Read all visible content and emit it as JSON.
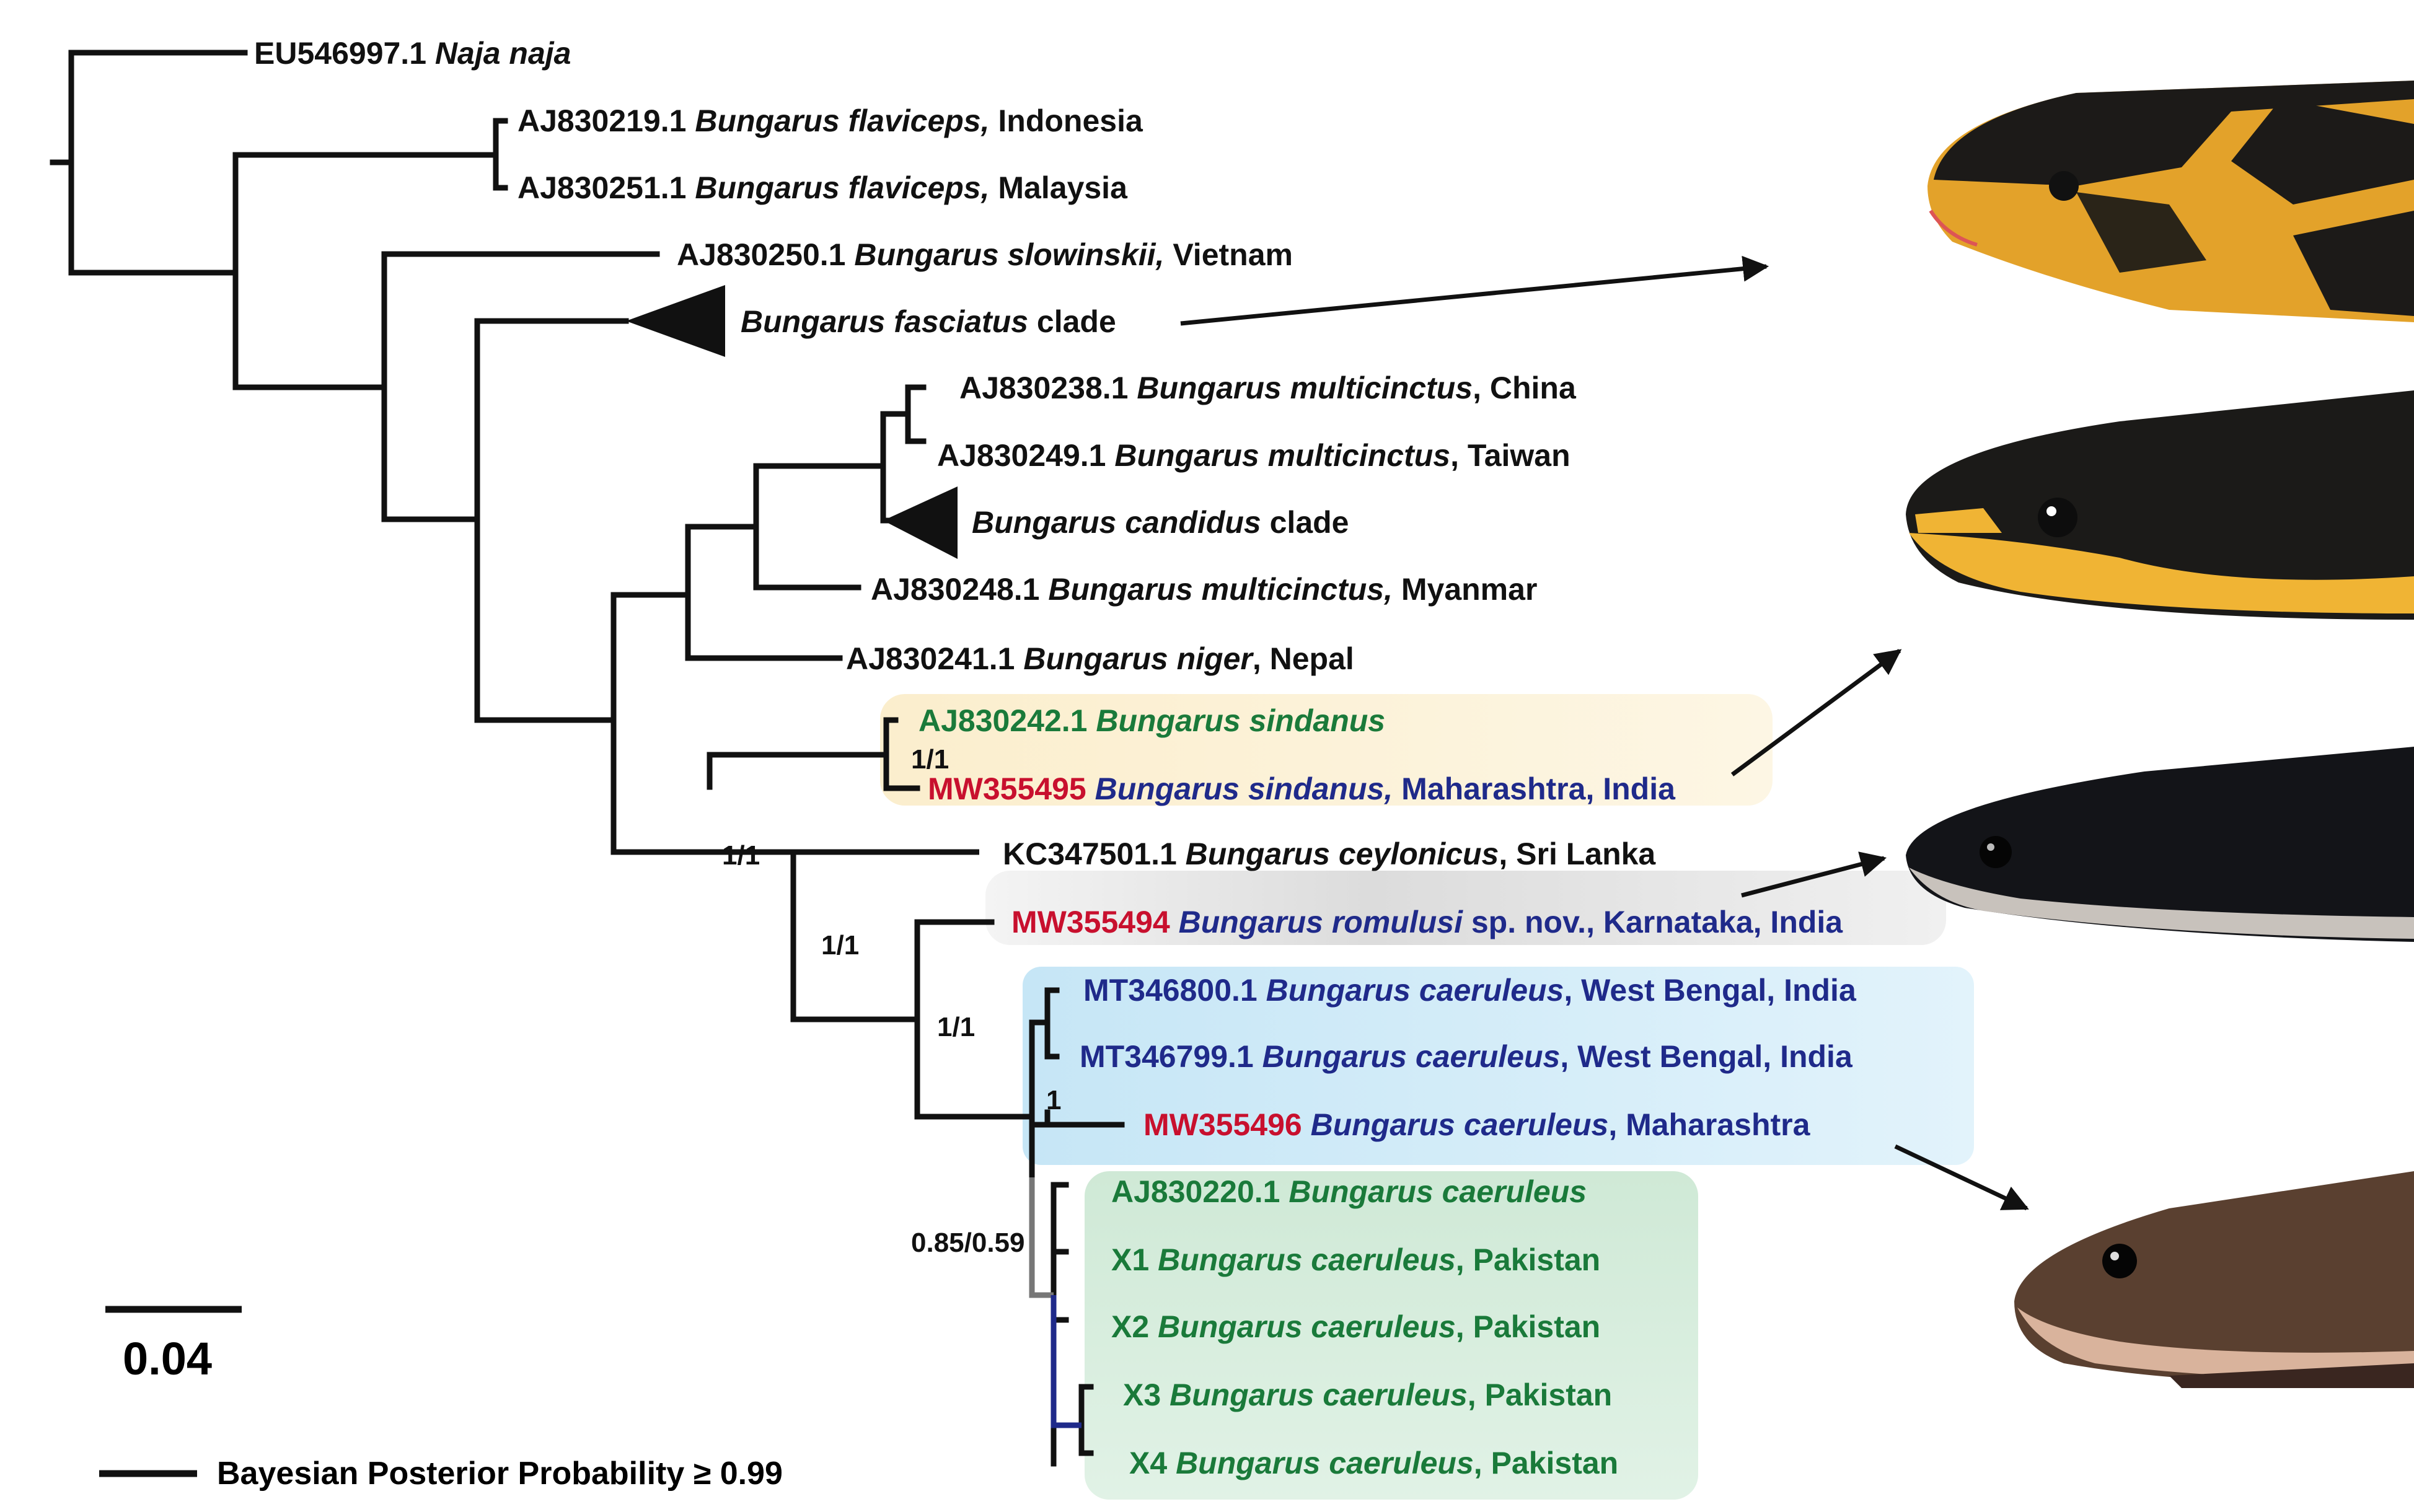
{
  "colors": {
    "black": "#111111",
    "green": "#1a7a3a",
    "navy": "#1f2a8a",
    "red": "#c8102e",
    "gray_branch": "#777777",
    "navy_branch": "#1f2a8a",
    "box_yellow": "#fdf0d4",
    "box_gray": "#e4e4e4",
    "box_blue": "#cfe9f7",
    "box_green": "#d4ecdc"
  },
  "taxa": [
    {
      "id": "naja",
      "parts": [
        {
          "t": "EU546997.1 ",
          "c": "black"
        },
        {
          "t": "Naja naja",
          "c": "black",
          "i": true
        }
      ]
    },
    {
      "id": "flav-indo",
      "parts": [
        {
          "t": "AJ830219.1 ",
          "c": "black"
        },
        {
          "t": "Bungarus flaviceps,",
          "c": "black",
          "i": true
        },
        {
          "t": " Indonesia",
          "c": "black"
        }
      ]
    },
    {
      "id": "flav-malay",
      "parts": [
        {
          "t": "AJ830251.1 ",
          "c": "black"
        },
        {
          "t": "Bungarus flaviceps,",
          "c": "black",
          "i": true
        },
        {
          "t": " Malaysia",
          "c": "black"
        }
      ]
    },
    {
      "id": "slowinskii",
      "parts": [
        {
          "t": "AJ830250.1 ",
          "c": "black"
        },
        {
          "t": "Bungarus slowinskii,",
          "c": "black",
          "i": true
        },
        {
          "t": " Vietnam",
          "c": "black"
        }
      ]
    },
    {
      "id": "fasciatus",
      "parts": [
        {
          "t": "Bungarus fasciatus",
          "c": "black",
          "i": true
        },
        {
          "t": " clade",
          "c": "black"
        }
      ]
    },
    {
      "id": "multi-china",
      "parts": [
        {
          "t": "AJ830238.1 ",
          "c": "black"
        },
        {
          "t": "Bungarus multicinctus",
          "c": "black",
          "i": true
        },
        {
          "t": ", China",
          "c": "black"
        }
      ]
    },
    {
      "id": "multi-taiwan",
      "parts": [
        {
          "t": "AJ830249.1 ",
          "c": "black"
        },
        {
          "t": "Bungarus multicinctus",
          "c": "black",
          "i": true
        },
        {
          "t": ", Taiwan",
          "c": "black"
        }
      ]
    },
    {
      "id": "candidus",
      "parts": [
        {
          "t": "Bungarus candidus",
          "c": "black",
          "i": true
        },
        {
          "t": " clade",
          "c": "black"
        }
      ]
    },
    {
      "id": "multi-myanmar",
      "parts": [
        {
          "t": "AJ830248.1 ",
          "c": "black"
        },
        {
          "t": "Bungarus multicinctus,",
          "c": "black",
          "i": true
        },
        {
          "t": " Myanmar",
          "c": "black"
        }
      ]
    },
    {
      "id": "niger",
      "parts": [
        {
          "t": "AJ830241.1 ",
          "c": "black"
        },
        {
          "t": "Bungarus niger",
          "c": "black",
          "i": true
        },
        {
          "t": ", Nepal",
          "c": "black"
        }
      ]
    },
    {
      "id": "sindanus-1",
      "parts": [
        {
          "t": "AJ830242.1 ",
          "c": "green"
        },
        {
          "t": "Bungarus sindanus",
          "c": "green",
          "i": true
        }
      ]
    },
    {
      "id": "sindanus-2",
      "parts": [
        {
          "t": "MW355495 ",
          "c": "red"
        },
        {
          "t": "Bungarus sindanus,",
          "c": "navy",
          "i": true
        },
        {
          "t": " Maharashtra, India",
          "c": "navy"
        }
      ]
    },
    {
      "id": "ceylonicus",
      "parts": [
        {
          "t": "KC347501.1 ",
          "c": "black"
        },
        {
          "t": "Bungarus ceylonicus",
          "c": "black",
          "i": true
        },
        {
          "t": ", Sri Lanka",
          "c": "black"
        }
      ]
    },
    {
      "id": "romulusi",
      "parts": [
        {
          "t": "MW355494 ",
          "c": "red"
        },
        {
          "t": "Bungarus romulusi",
          "c": "navy",
          "i": true
        },
        {
          "t": " sp. nov., Karnataka, India",
          "c": "navy"
        }
      ]
    },
    {
      "id": "caer-wb1",
      "parts": [
        {
          "t": "MT346800.1 ",
          "c": "navy"
        },
        {
          "t": "Bungarus caeruleus",
          "c": "navy",
          "i": true
        },
        {
          "t": ", West Bengal, India",
          "c": "navy"
        }
      ]
    },
    {
      "id": "caer-wb2",
      "parts": [
        {
          "t": "MT346799.1 ",
          "c": "navy"
        },
        {
          "t": "Bungarus caeruleus",
          "c": "navy",
          "i": true
        },
        {
          "t": ", West Bengal, India",
          "c": "navy"
        }
      ]
    },
    {
      "id": "caer-maha",
      "parts": [
        {
          "t": "MW355496 ",
          "c": "red"
        },
        {
          "t": "Bungarus caeruleus",
          "c": "navy",
          "i": true
        },
        {
          "t": ", Maharashtra",
          "c": "navy"
        }
      ]
    },
    {
      "id": "caer-aj",
      "parts": [
        {
          "t": "AJ830220.1 ",
          "c": "green"
        },
        {
          "t": "Bungarus caeruleus",
          "c": "green",
          "i": true
        }
      ]
    },
    {
      "id": "caer-x1",
      "parts": [
        {
          "t": "X1 ",
          "c": "green"
        },
        {
          "t": "Bungarus caeruleus",
          "c": "green",
          "i": true
        },
        {
          "t": ", Pakistan",
          "c": "green"
        }
      ]
    },
    {
      "id": "caer-x2",
      "parts": [
        {
          "t": "X2 ",
          "c": "green"
        },
        {
          "t": "Bungarus caeruleus",
          "c": "green",
          "i": true
        },
        {
          "t": ", Pakistan",
          "c": "green"
        }
      ]
    },
    {
      "id": "caer-x3",
      "parts": [
        {
          "t": "X3 ",
          "c": "green"
        },
        {
          "t": "Bungarus caeruleus",
          "c": "green",
          "i": true
        },
        {
          "t": ", Pakistan",
          "c": "green"
        }
      ]
    },
    {
      "id": "caer-x4",
      "parts": [
        {
          "t": "X4 ",
          "c": "green"
        },
        {
          "t": "Bungarus caeruleus",
          "c": "green",
          "i": true
        },
        {
          "t": ", Pakistan",
          "c": "green"
        }
      ]
    }
  ],
  "support_values": [
    {
      "id": "sindanus",
      "text": "1/1"
    },
    {
      "id": "sindanus-ceylon",
      "text": "1/1"
    },
    {
      "id": "ceylon-rest",
      "text": "1/1"
    },
    {
      "id": "romulusi-caer",
      "text": "1/1"
    },
    {
      "id": "caer-india",
      "text": "1"
    },
    {
      "id": "caer-all",
      "text": "0.85/0.59"
    }
  ],
  "scale_bar": {
    "label": "0.04"
  },
  "legend": {
    "label": "Bayesian Posterior Probability ≥ 0.99"
  },
  "photos": [
    {
      "id": "fasciatus",
      "pattern": "yellow-black bands"
    },
    {
      "id": "sindanus",
      "pattern": "black with yellow lips"
    },
    {
      "id": "romulusi",
      "pattern": "glossy black"
    },
    {
      "id": "caeruleus",
      "pattern": "brown with pale lips"
    }
  ]
}
